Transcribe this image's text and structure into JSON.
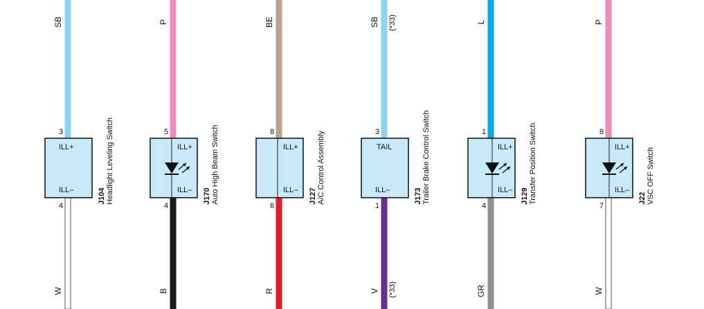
{
  "components": [
    {
      "id": "J104",
      "name": "Headlight Leveling Switch",
      "top_pin": "3",
      "top_terminal": "ILL+",
      "bottom_pin": "4",
      "bottom_terminal": "ILL–",
      "top_wire": {
        "code": "SB",
        "note": "",
        "color": "#8dd3ef"
      },
      "bottom_wire": {
        "code": "W",
        "note": "",
        "color": "#ffffff"
      },
      "has_led": false
    },
    {
      "id": "J170",
      "name": "Auto High Beam Switch",
      "top_pin": "5",
      "top_terminal": "ILL+",
      "bottom_pin": "4",
      "bottom_terminal": "ILL–",
      "top_wire": {
        "code": "P",
        "note": "",
        "color": "#f08bbd"
      },
      "bottom_wire": {
        "code": "B",
        "note": "",
        "color": "#1a1a1a"
      },
      "has_led": true
    },
    {
      "id": "J127",
      "name": "A/C Control Assembly",
      "top_pin": "8",
      "top_terminal": "ILL+",
      "bottom_pin": "6",
      "bottom_terminal": "ILL–",
      "top_wire": {
        "code": "BE",
        "note": "",
        "color": "#b9a190"
      },
      "bottom_wire": {
        "code": "R",
        "note": "",
        "color": "#e21b2a"
      },
      "has_led": false
    },
    {
      "id": "J173",
      "name": "Trailer Brake Control Switch",
      "top_pin": "3",
      "top_terminal": "TAIL",
      "bottom_pin": "1",
      "bottom_terminal": "ILL–",
      "top_wire": {
        "code": "SB",
        "note": "(*33)",
        "color": "#8dd3ef"
      },
      "bottom_wire": {
        "code": "V",
        "note": "(*33)",
        "color": "#6a2c91"
      },
      "has_led": false
    },
    {
      "id": "J129",
      "name": "Transfer Position Switch",
      "top_pin": "1",
      "top_terminal": "ILL+",
      "bottom_pin": "4",
      "bottom_terminal": "ILL–",
      "top_wire": {
        "code": "L",
        "note": "",
        "color": "#00a8e6"
      },
      "bottom_wire": {
        "code": "GR",
        "note": "",
        "color": "#8f9094"
      },
      "has_led": true
    },
    {
      "id": "J22",
      "name": "VSC OFF Switch",
      "top_pin": "8",
      "top_terminal": "ILL+",
      "bottom_pin": "7",
      "bottom_terminal": "ILL–",
      "top_wire": {
        "code": "P",
        "note": "",
        "color": "#f08bbd"
      },
      "bottom_wire": {
        "code": "W",
        "note": "",
        "color": "#ffffff"
      },
      "has_led": true
    }
  ],
  "colors": {
    "box_fill": "#c8eaf8",
    "box_stroke": "#1a1a1a",
    "outline": "#555555",
    "led": "#111111"
  }
}
